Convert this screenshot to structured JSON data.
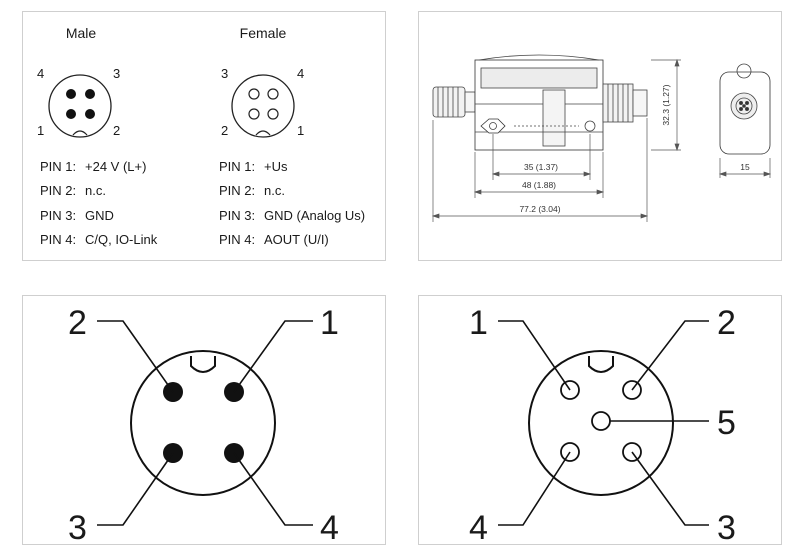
{
  "pinout": {
    "male": {
      "title": "Male",
      "pin_numbers": [
        "4",
        "3",
        "1",
        "2"
      ],
      "pins": [
        {
          "label": "PIN 1:",
          "value": "+24 V (L+)"
        },
        {
          "label": "PIN 2:",
          "value": "n.c."
        },
        {
          "label": "PIN 3:",
          "value": "GND"
        },
        {
          "label": "PIN 4:",
          "value": "C/Q, IO-Link"
        }
      ]
    },
    "female": {
      "title": "Female",
      "pin_numbers": [
        "3",
        "4",
        "2",
        "1"
      ],
      "pins": [
        {
          "label": "PIN 1:",
          "value": "+Us"
        },
        {
          "label": "PIN 2:",
          "value": "n.c."
        },
        {
          "label": "PIN 3:",
          "value": "GND (Analog Us)"
        },
        {
          "label": "PIN 4:",
          "value": "AOUT (U/I)"
        }
      ]
    }
  },
  "dimensions": {
    "height": "32.3 (1.27)",
    "hole_spacing": "35 (1.37)",
    "body_length": "48 (1.88)",
    "overall_length": "77.2 (3.04)",
    "width": "15"
  },
  "connector_4pin": {
    "labels": [
      "2",
      "1",
      "3",
      "4"
    ]
  },
  "connector_5pin": {
    "labels": [
      "1",
      "2",
      "5",
      "4",
      "3"
    ]
  }
}
